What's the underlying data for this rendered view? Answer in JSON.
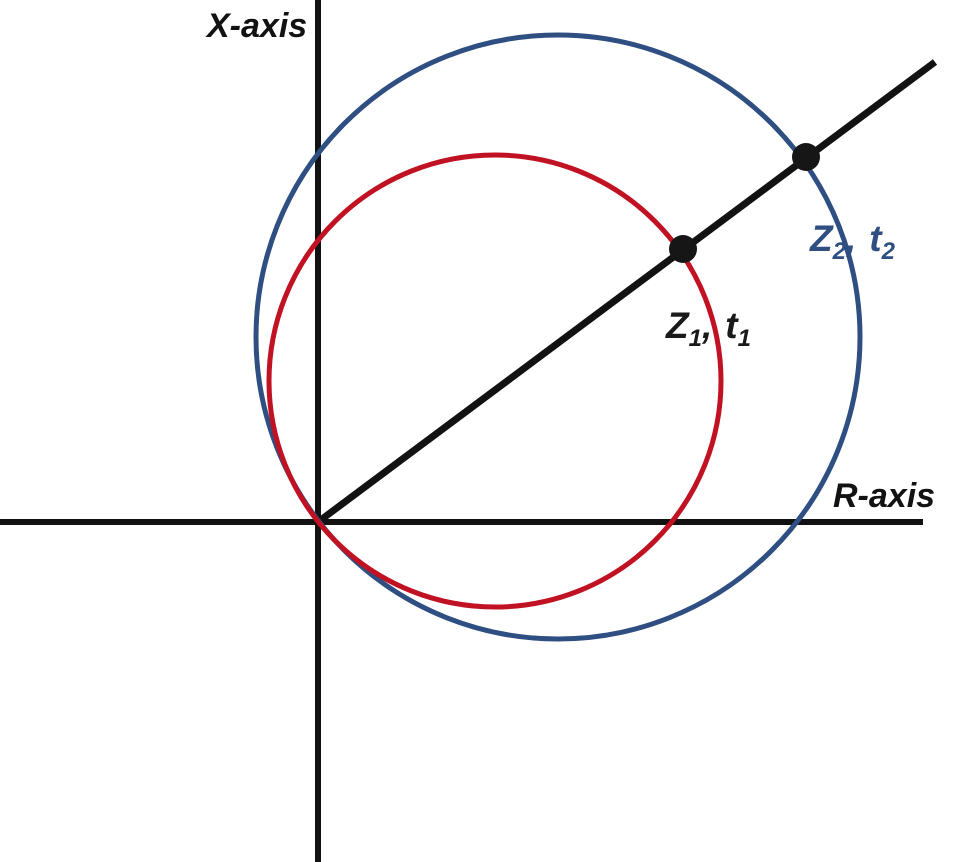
{
  "diagram": {
    "labels": {
      "x_axis": "X-axis",
      "r_axis": "R-axis",
      "point1": {
        "symbol": "Z",
        "symbol_sub": "1",
        "comma": ",",
        "param": "t",
        "param_sub": "1"
      },
      "point2": {
        "symbol": "Z",
        "symbol_sub": "2",
        "comma": ",",
        "param": "t",
        "param_sub": "2"
      }
    },
    "colors": {
      "background": "#ffffff",
      "axis_line": "#121212",
      "ray_line": "#121212",
      "red_circle": "#c01222",
      "blue_circle": "#2f4e82",
      "point_dot": "#161616",
      "point1_label": "#1a1a1a",
      "point2_label": "#2f4e82"
    }
  }
}
